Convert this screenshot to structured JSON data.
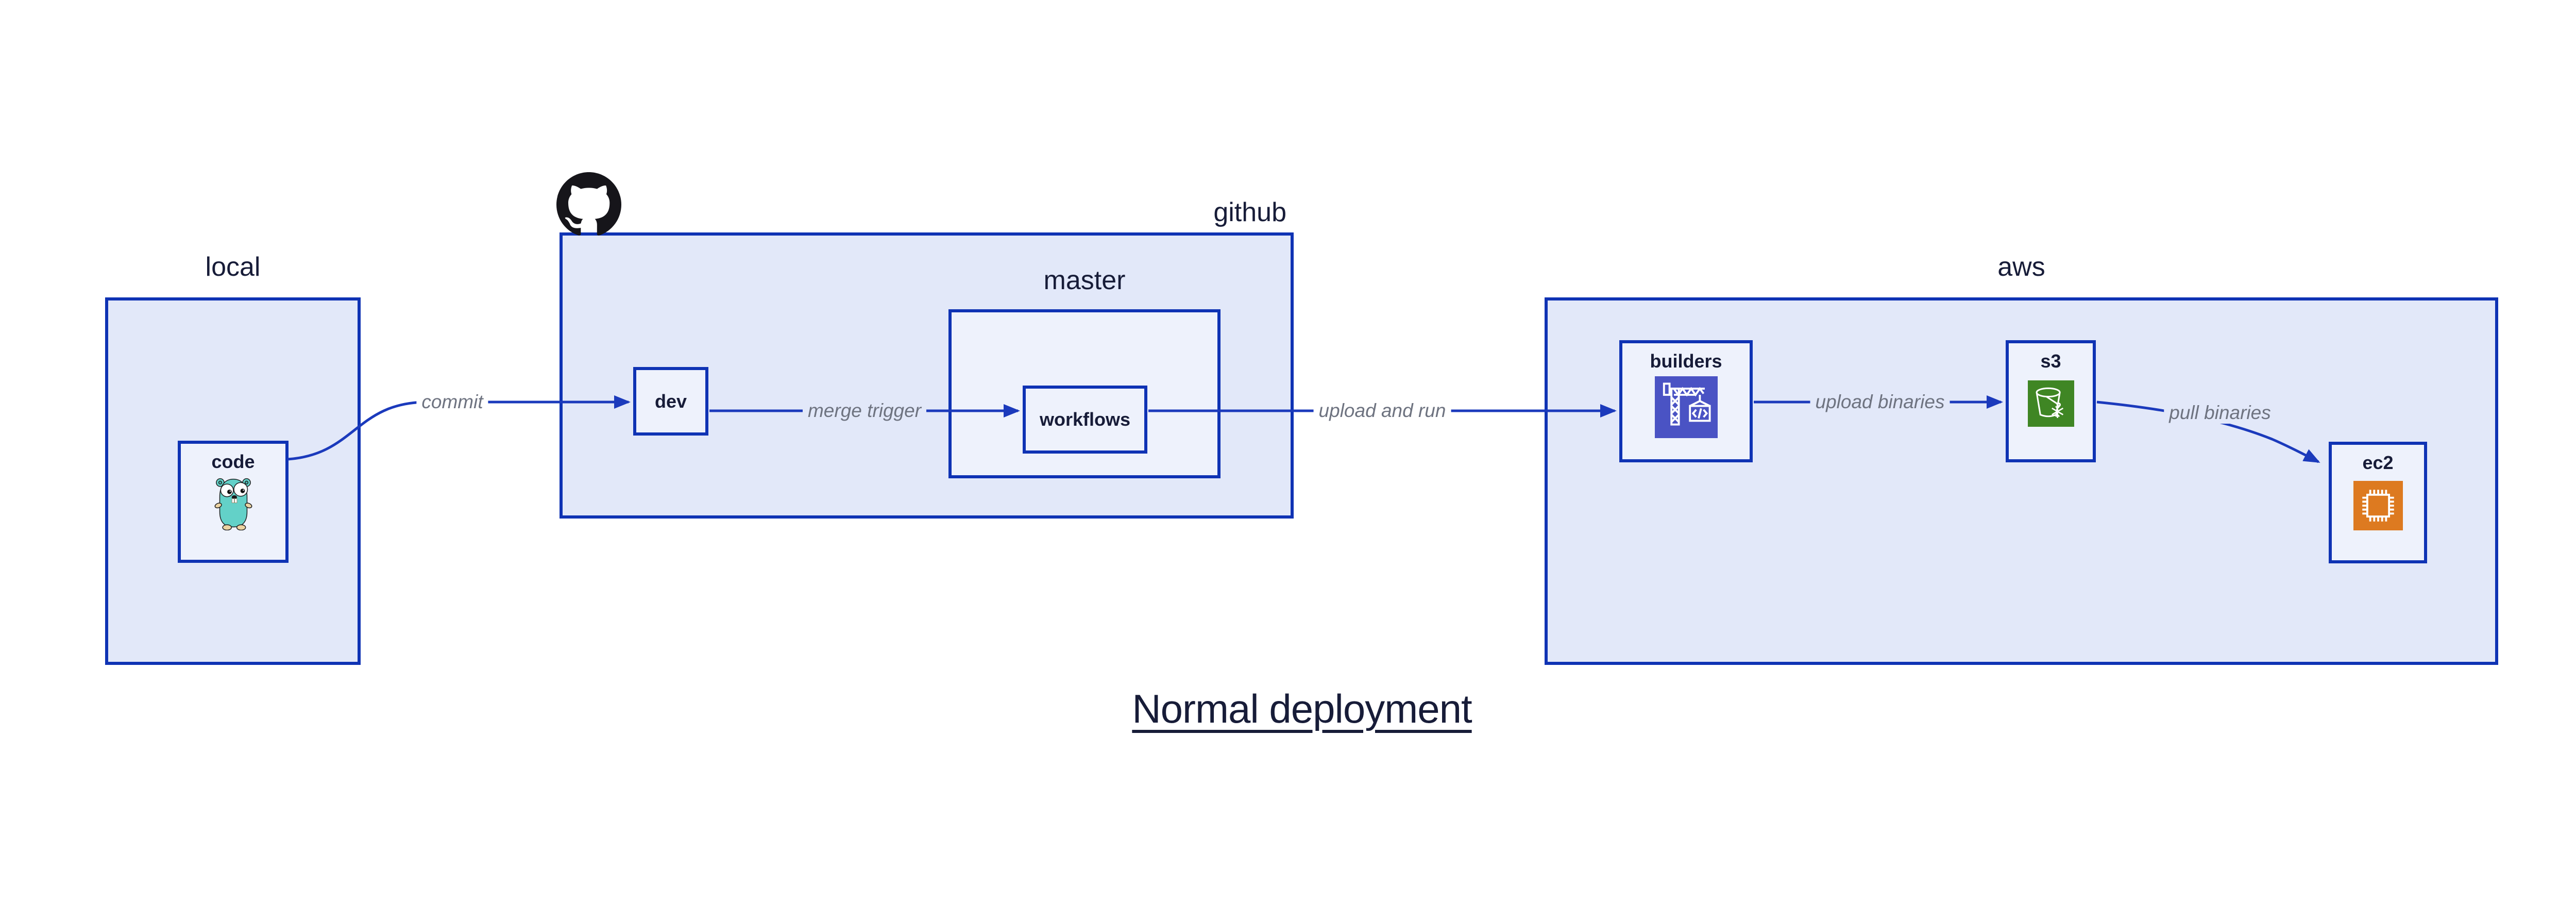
{
  "title": {
    "text": "Normal deployment"
  },
  "containers": {
    "local": {
      "label": "local"
    },
    "github": {
      "label": "github"
    },
    "master": {
      "label": "master"
    },
    "aws": {
      "label": "aws"
    }
  },
  "nodes": {
    "code": {
      "label": "code",
      "icon": "go-gopher-icon"
    },
    "dev": {
      "label": "dev"
    },
    "workflows": {
      "label": "workflows"
    },
    "builders": {
      "label": "builders",
      "icon": "codebuild-crane-icon"
    },
    "s3": {
      "label": "s3",
      "icon": "s3-glacier-bucket-icon"
    },
    "ec2": {
      "label": "ec2",
      "icon": "ec2-chip-icon"
    }
  },
  "edges": [
    {
      "label": "commit",
      "from": "code",
      "to": "dev"
    },
    {
      "label": "merge trigger",
      "from": "dev",
      "to": "workflows"
    },
    {
      "label": "upload and run",
      "from": "workflows",
      "to": "builders"
    },
    {
      "label": "upload binaries",
      "from": "builders",
      "to": "s3"
    },
    {
      "label": "pull binaries",
      "from": "s3",
      "to": "ec2"
    }
  ],
  "icons": {
    "github_logo": "github-octocat-icon"
  },
  "colors": {
    "canvas-bg": "#ffffff",
    "container-border": "#0f33b4",
    "container-fill": "#e2e8f9",
    "node-fill": "#eef2fc",
    "edge-line": "#1b3abc",
    "edge-label": "#6e7380",
    "label-navy": "#171c38",
    "github-black": "#16151a",
    "codebuild-indigo": "#4a53c4",
    "s3-green": "#3f8624",
    "ec2-orange": "#dd7a20",
    "gopher-teal": "#63d1c8"
  }
}
